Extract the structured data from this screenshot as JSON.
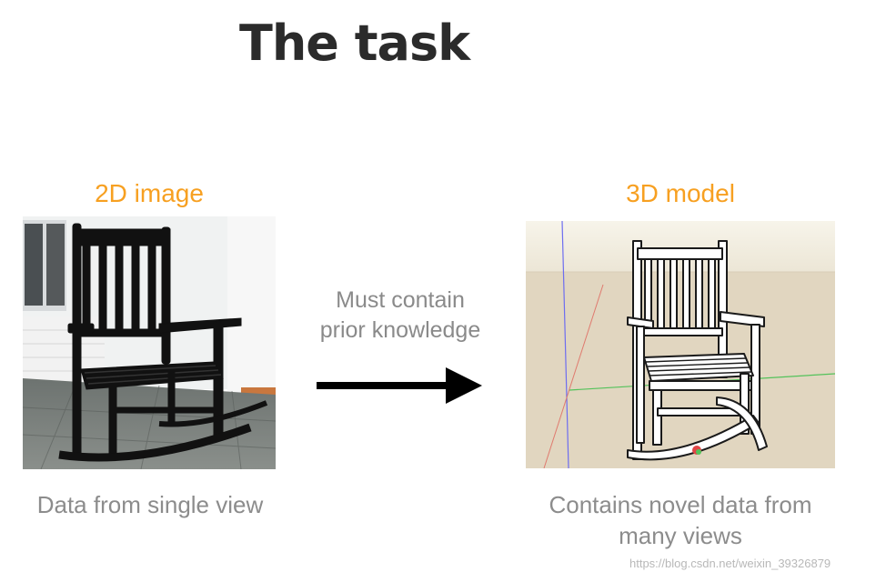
{
  "slide": {
    "title": "The task"
  },
  "left_panel": {
    "title": "2D image",
    "caption": "Data from single view",
    "image_icon": "rocking-chair-photo"
  },
  "transition": {
    "label_line1": "Must contain",
    "label_line2": "prior knowledge",
    "icon": "arrow-right-icon"
  },
  "right_panel": {
    "title": "3D model",
    "caption_line1": "Contains novel data from",
    "caption_line2": "many views",
    "image_icon": "rocking-chair-3d-model"
  },
  "watermark": {
    "text": "https://blog.csdn.net/weixin_39326879"
  },
  "colors": {
    "accent": "#f7a021",
    "caption": "#8c8c8c",
    "title": "#2b2b2b"
  }
}
